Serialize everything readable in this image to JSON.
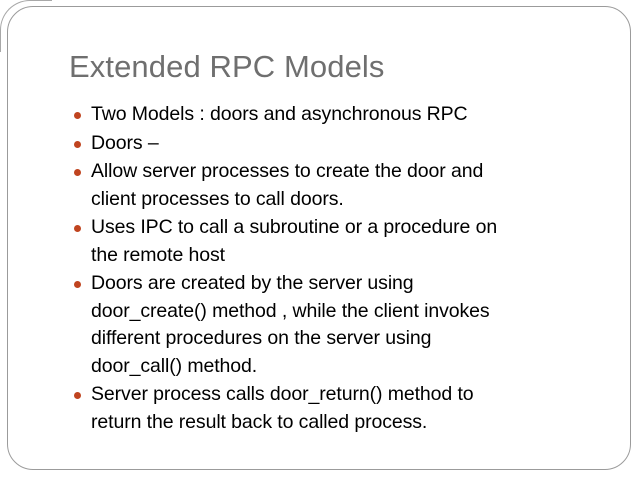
{
  "slide": {
    "title": "Extended RPC Models",
    "theme": {
      "title_color": "#6f6f6f",
      "body_color": "#000000",
      "bullet_color": "#c0441f",
      "frame_color": "#9b9b9b",
      "background": "#ffffff"
    },
    "bullets": [
      {
        "text": "Two Models : doors and asynchronous RPC"
      },
      {
        "text": "Doors –"
      },
      {
        "text": "Allow server processes to create the door and\nclient processes to call doors."
      },
      {
        "text": "Uses IPC to call a subroutine or a procedure on\nthe remote host"
      },
      {
        "text": "Doors are created by the server using\ndoor_create() method , while the client invokes\ndifferent procedures on the server using\ndoor_call() method."
      },
      {
        "text": "Server process calls door_return() method to\nreturn the result back to called process."
      }
    ]
  }
}
